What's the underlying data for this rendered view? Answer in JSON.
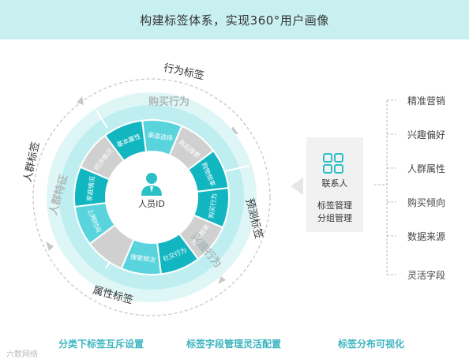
{
  "header": {
    "title": "构建标签体系，实现360°用户画像"
  },
  "center": {
    "label": "人员ID"
  },
  "outer_labels": {
    "behavior": "行为标签",
    "crowd": "人群标签",
    "attribute": "属性标签",
    "predict": "预测标签"
  },
  "ring_labels": {
    "purchase": "购买行为",
    "crowd_feature": "人群特征",
    "interest": "兴趣行为"
  },
  "segments": [
    {
      "label": "渠道选择",
      "fill": "#5ad4dc"
    },
    {
      "label": "商品搜索",
      "fill": "#d0d0d0"
    },
    {
      "label": "购物频率",
      "fill": "#12b6c1"
    },
    {
      "label": "购买行为",
      "fill": "#12b6c1"
    },
    {
      "label": "浏览频率",
      "fill": "#d0d0d0"
    },
    {
      "label": "社交行为",
      "fill": "#12b6c1"
    },
    {
      "label": "搜索频次",
      "fill": "#5ad4dc"
    },
    {
      "label": "",
      "fill": "#d0d0d0"
    },
    {
      "label": "上网时间",
      "fill": "#5ad4dc"
    },
    {
      "label": "家庭情况",
      "fill": "#12b6c1"
    },
    {
      "label": "经济情况",
      "fill": "#d0d0d0"
    },
    {
      "label": "基本属性",
      "fill": "#12b6c1"
    }
  ],
  "panel": {
    "title": "联系人",
    "line1": "标签管理",
    "line2": "分组管理"
  },
  "tag_list": [
    "精准营销",
    "兴趣偏好",
    "人群属性",
    "购买倾向",
    "数据来源",
    "灵活字段"
  ],
  "bottom": [
    "分类下标签互斥设置",
    "标签字段管理灵活配置",
    "标签分布可视化"
  ],
  "watermark": "六数网络",
  "colors": {
    "accent": "#2bbfc8",
    "header_bg": "#c9f0f1",
    "ring_light": "#cff2f3",
    "ring_mid": "#b5ebee",
    "bottom_text": "#3cb5c0"
  },
  "icons": {
    "center": "user-icon",
    "panel": "grid-icon"
  }
}
